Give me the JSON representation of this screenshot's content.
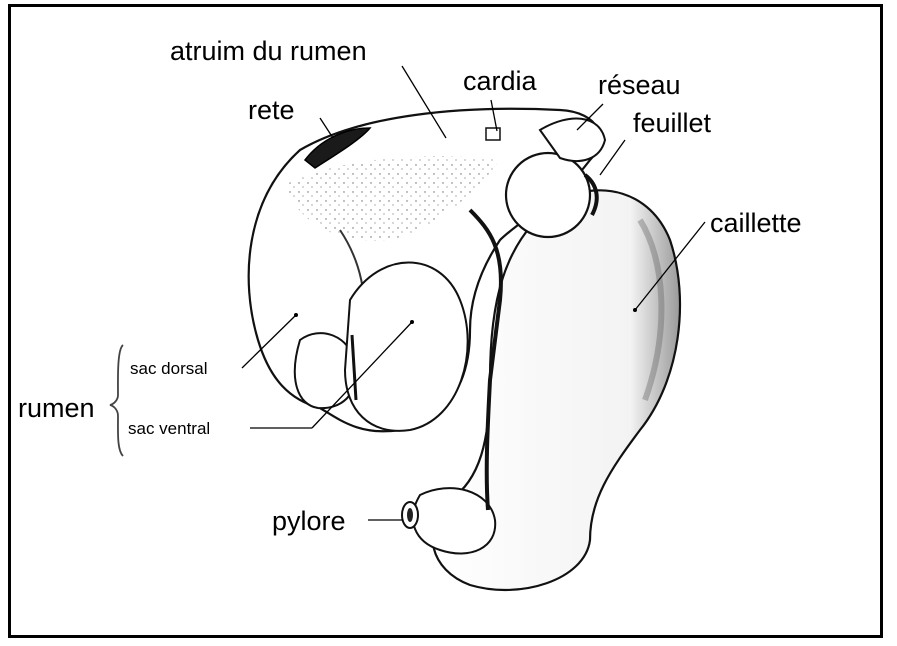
{
  "labels": {
    "atrium": "atruim du rumen",
    "cardia": "cardia",
    "reseau": "réseau",
    "rete": "rete",
    "feuillet": "feuillet",
    "caillette": "caillette",
    "sac_dorsal": "sac dorsal",
    "rumen": "rumen",
    "sac_ventral": "sac ventral",
    "pylore": "pylore"
  }
}
